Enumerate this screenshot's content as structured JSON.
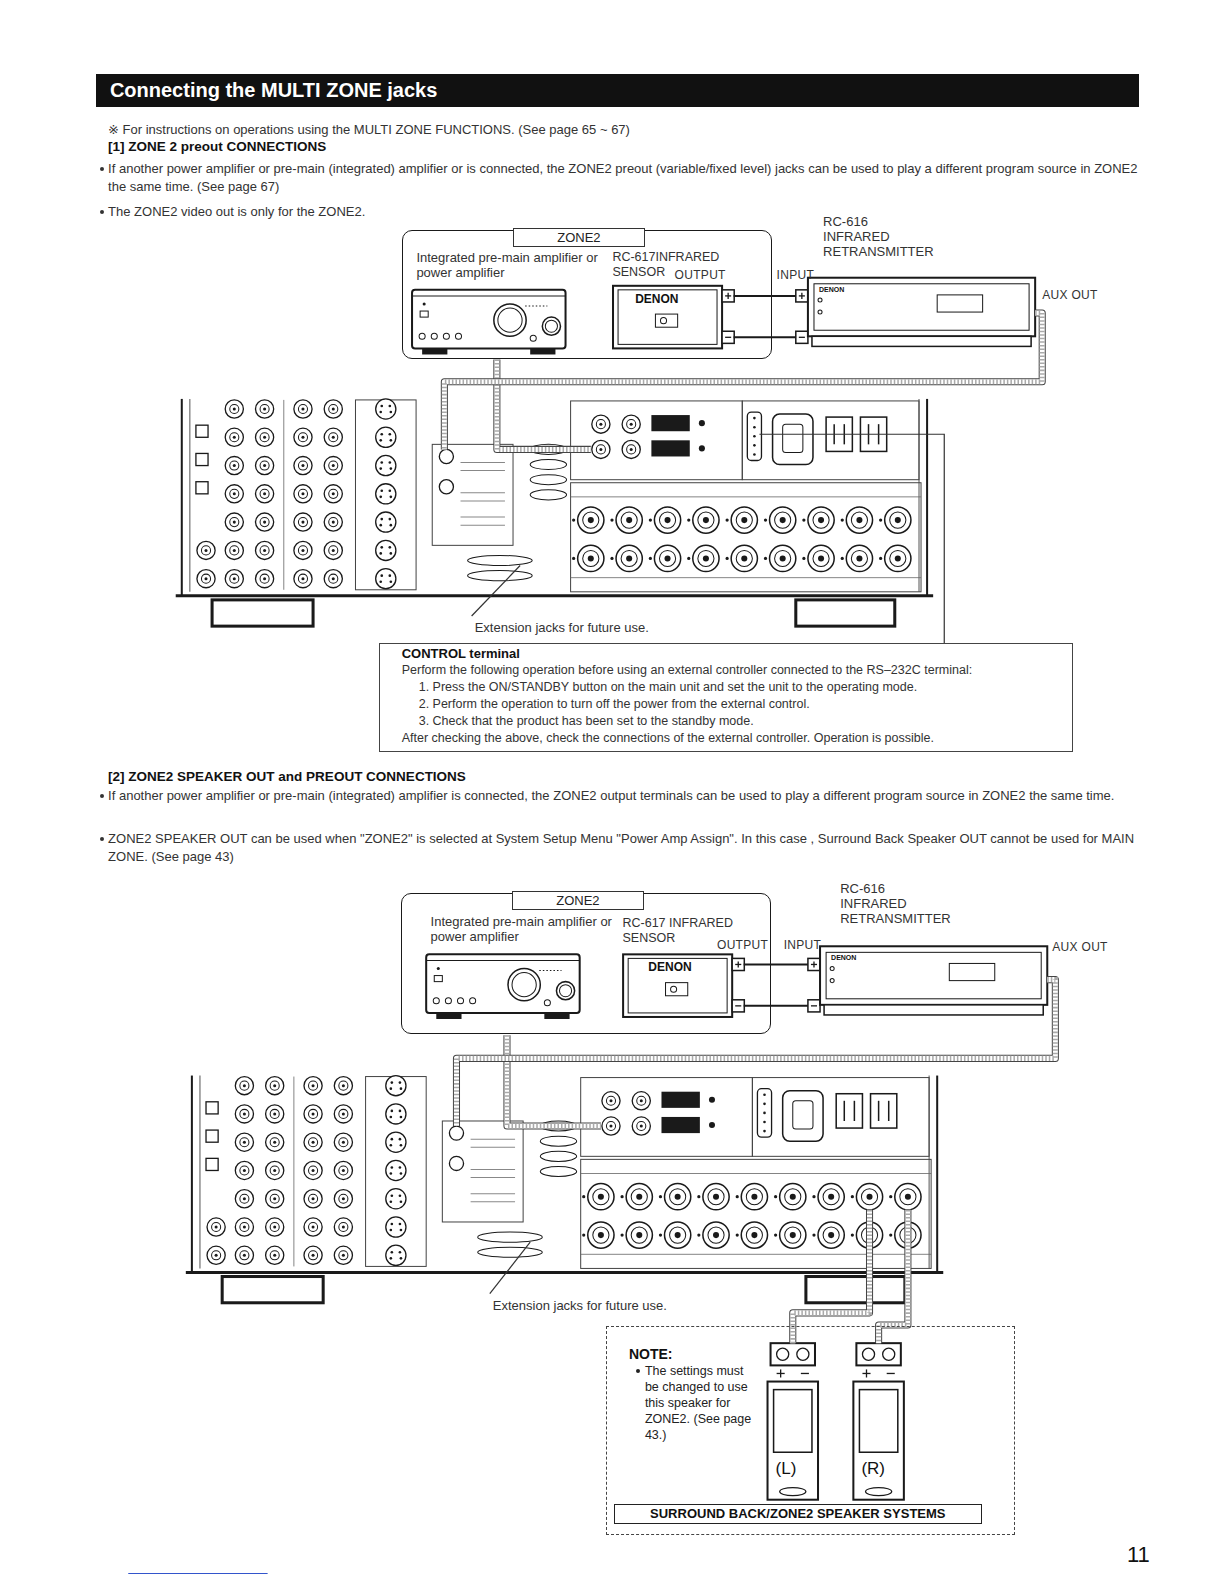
{
  "diagram": {
    "title": "Connecting the MULTI ZONE jacks",
    "nodes": [
      {
        "text": [
          "ZONE2"
        ]
      },
      {
        "text": [
          "Integrated pre-main amplifier or power amplifier"
        ],
        "in": 0
      },
      {
        "text": [
          "RC-617INFRARED SENSOR"
        ],
        "in": 0
      },
      {
        "text": [
          "RC-616 INFRARED RETRANSMITTER"
        ]
      },
      {
        "text": [
          "CONTROL terminal",
          "Perform the following operation before using an external controller connected to the RS–232C terminal:",
          "1. Press the ON/STANDBY button on the main unit and set the unit to the operating mode.",
          "2. Perform the operation to turn off the power from the external control.",
          "3. Check that the product has been set to the standby mode.",
          "After checking the above, check the connections of the external controller. Operation is possible."
        ]
      },
      {
        "text": [
          "ZONE2"
        ]
      },
      {
        "text": [
          "Integrated pre-main amplifier or power amplifier"
        ],
        "in": 5
      },
      {
        "text": [
          "RC-617 INFRARED SENSOR"
        ],
        "in": 5
      },
      {
        "text": [
          "RC-616 INFRARED RETRANSMITTER"
        ]
      },
      {
        "text": [
          "NOTE:",
          "The settings must be changed to use this speaker for ZONE2. (See page 43.)"
        ]
      },
      {
        "text": [
          "SURROUND BACK/ZONE2 SPEAKER SYSTEMS"
        ],
        "in": 9
      }
    ],
    "edges": [
      {
        "from": 2,
        "to": 3,
        "arrow": "none"
      },
      {
        "from": 2,
        "to": 3,
        "arrow": "none"
      },
      {
        "from": 7,
        "to": 8,
        "arrow": "none"
      },
      {
        "from": 7,
        "to": 8,
        "arrow": "none"
      }
    ],
    "labels": [
      "※ For instructions on operations using the MULTI ZONE FUNCTIONS. (See page 65 ~ 67)",
      "[1] ZONE 2 preout CONNECTIONS",
      "If another power amplifier or pre-main (integrated) amplifier or is connected, the ZONE2 preout (variable/fixed level) jacks can be used to play a different program source in ZONE2 the same time. (See page 67)",
      "The ZONE2 video out is only for the ZONE2.",
      "OUTPUT",
      "INPUT",
      "DENON",
      "DENON",
      "AUX OUT",
      "Extension jacks for future use.",
      "[2] ZONE2 SPEAKER OUT and PREOUT CONNECTIONS",
      "If another power amplifier or pre-main (integrated) amplifier is connected, the ZONE2 output terminals can be used to play a different program source in ZONE2 the same time.",
      "ZONE2 SPEAKER OUT can be used when \"ZONE2\" is selected at System Setup Menu \"Power Amp Assign\". In this case , Surround Back Speaker OUT cannot be used for MAIN ZONE. (See page 43)",
      "OUTPUT",
      "INPUT",
      "DENON",
      "DENON",
      "AUX OUT",
      "Extension jacks for future use.",
      "(L)",
      "(R)",
      "11"
    ]
  }
}
